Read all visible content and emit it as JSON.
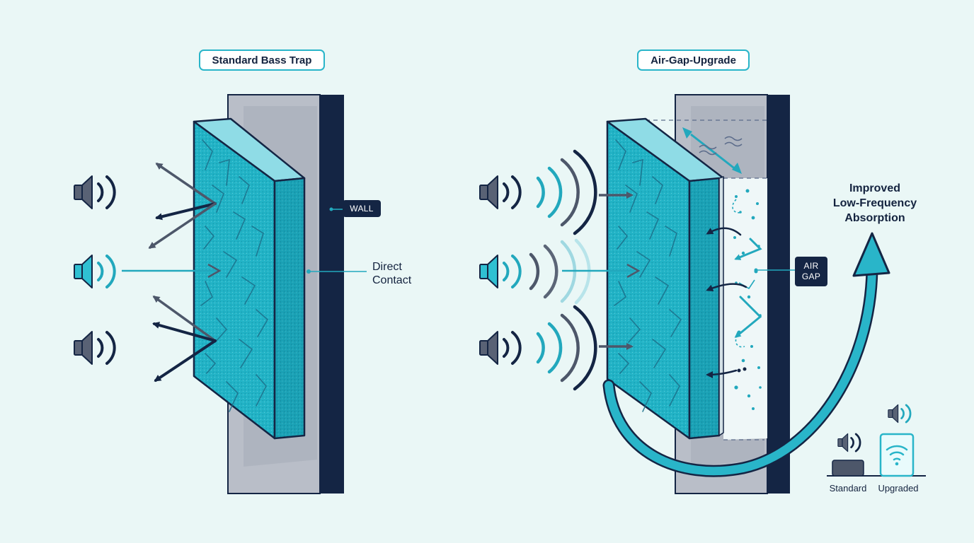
{
  "panels": {
    "left": {
      "title": "Standard Bass Trap",
      "wall_tag": "WALL",
      "contact_label": "Direct\nContact"
    },
    "right": {
      "title": "Air-Gap-Upgrade",
      "air_gap_tag": "AIR\nGAP",
      "benefit_label": "Improved\nLow-Frequency\nAbsorption"
    }
  },
  "legend": {
    "standard": "Standard",
    "upgraded": "Upgraded"
  },
  "icons": [
    "speaker-icon",
    "sound-wave-icon",
    "wifi-waves-icon",
    "reflection-arrow-icon",
    "curved-arrow-icon"
  ],
  "colors": {
    "background": "#eaf7f6",
    "navy": "#142544",
    "teal": "#29b5c9",
    "panel_teal": "#1fb6c8",
    "gray": "#5b6577",
    "wall_gray": "#b9bec8"
  }
}
